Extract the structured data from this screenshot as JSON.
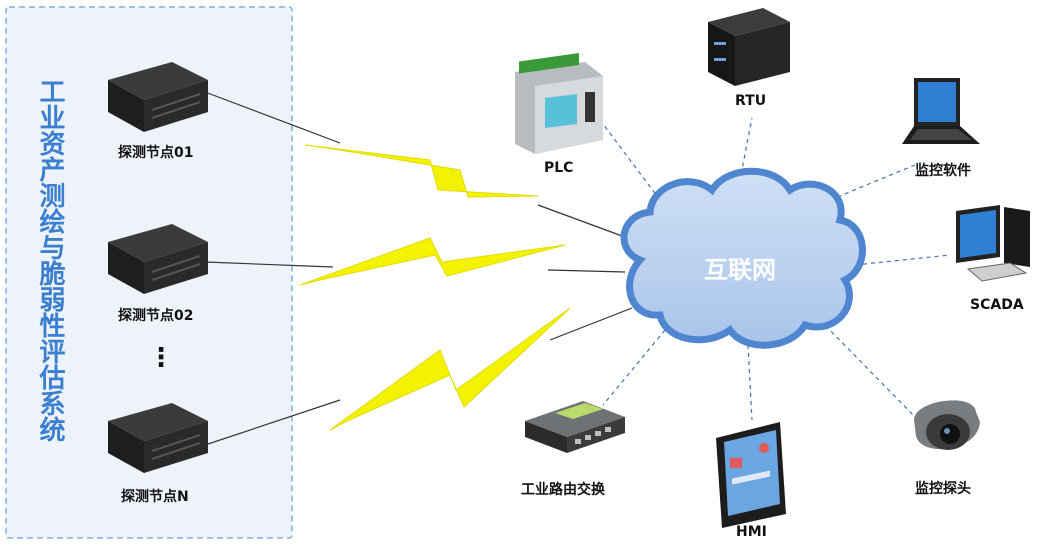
{
  "system_title": "工业资产测绘与脆弱性评估系统",
  "probe_nodes": [
    {
      "label": "探测节点01"
    },
    {
      "label": "探测节点02"
    },
    {
      "label": "探测节点N"
    }
  ],
  "ellipsis": "⋮",
  "cloud_label": "互联网",
  "devices": [
    {
      "label": "PLC",
      "icon": "plc-icon"
    },
    {
      "label": "RTU",
      "icon": "server-icon"
    },
    {
      "label": "监控软件",
      "icon": "laptop-icon"
    },
    {
      "label": "SCADA",
      "icon": "desktop-icon"
    },
    {
      "label": "监控探头",
      "icon": "camera-icon"
    },
    {
      "label": "HMI",
      "icon": "tablet-icon"
    },
    {
      "label": "工业路由交换",
      "icon": "switch-icon"
    }
  ],
  "colors": {
    "panel_border": "#7fb0dc",
    "panel_bg": "#eef3fa",
    "title": "#3a7fd0",
    "cloud": "#5b8fd3",
    "cloud_inner": "#bed3ef",
    "lightning": "#f3f200",
    "dash": "#4a6fa8"
  }
}
